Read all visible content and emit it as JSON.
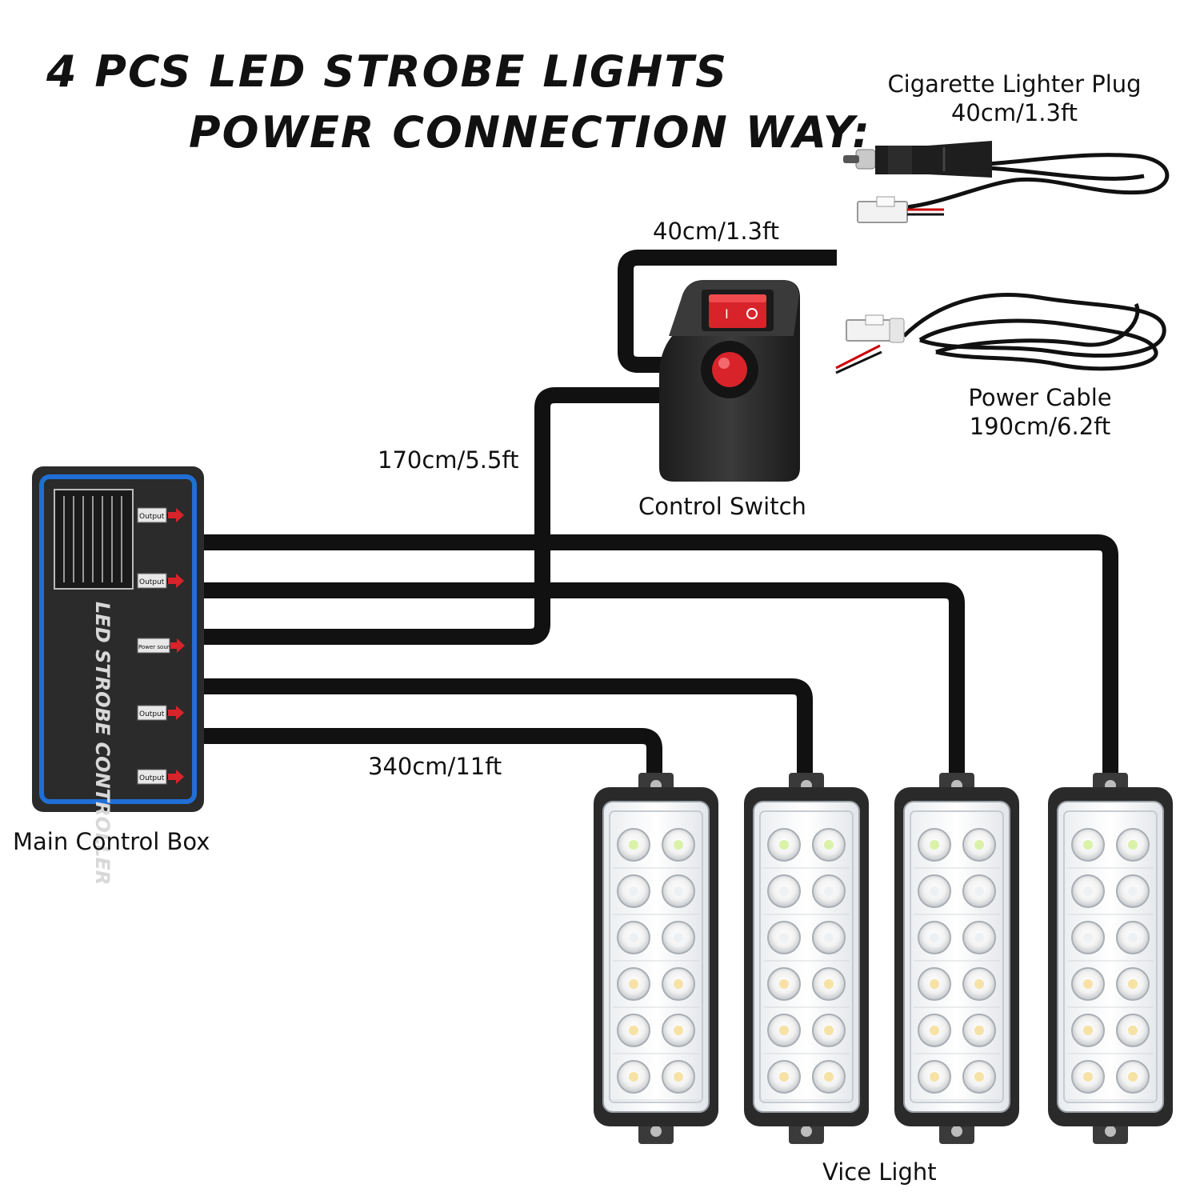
{
  "title": {
    "line1": "4 PCS LED STROBE LIGHTS",
    "line2": "POWER CONNECTION WAY:"
  },
  "labels": {
    "cigarette_plug": "Cigarette Lighter Plug",
    "cigarette_plug_length": "40cm/1.3ft",
    "switch_lead_length": "40cm/1.3ft",
    "power_cable": "Power Cable",
    "power_cable_length": "190cm/6.2ft",
    "switch_to_box_length": "170cm/5.5ft",
    "control_switch": "Control Switch",
    "light_cable_length": "340cm/11ft",
    "main_control_box": "Main Control Box",
    "vice_light": "Vice Light"
  },
  "control_box": {
    "brand_text": "LED STROBE CONTROLLER",
    "ports": [
      "Output I",
      "Output II",
      "Power source",
      "Output III",
      "Output IV"
    ],
    "accent_color": "#1f6fd6"
  },
  "colors": {
    "cable": "#111111",
    "switch_red": "#d8232a",
    "housing": "#2a2a2a"
  },
  "vice_lights": {
    "count": 4
  }
}
